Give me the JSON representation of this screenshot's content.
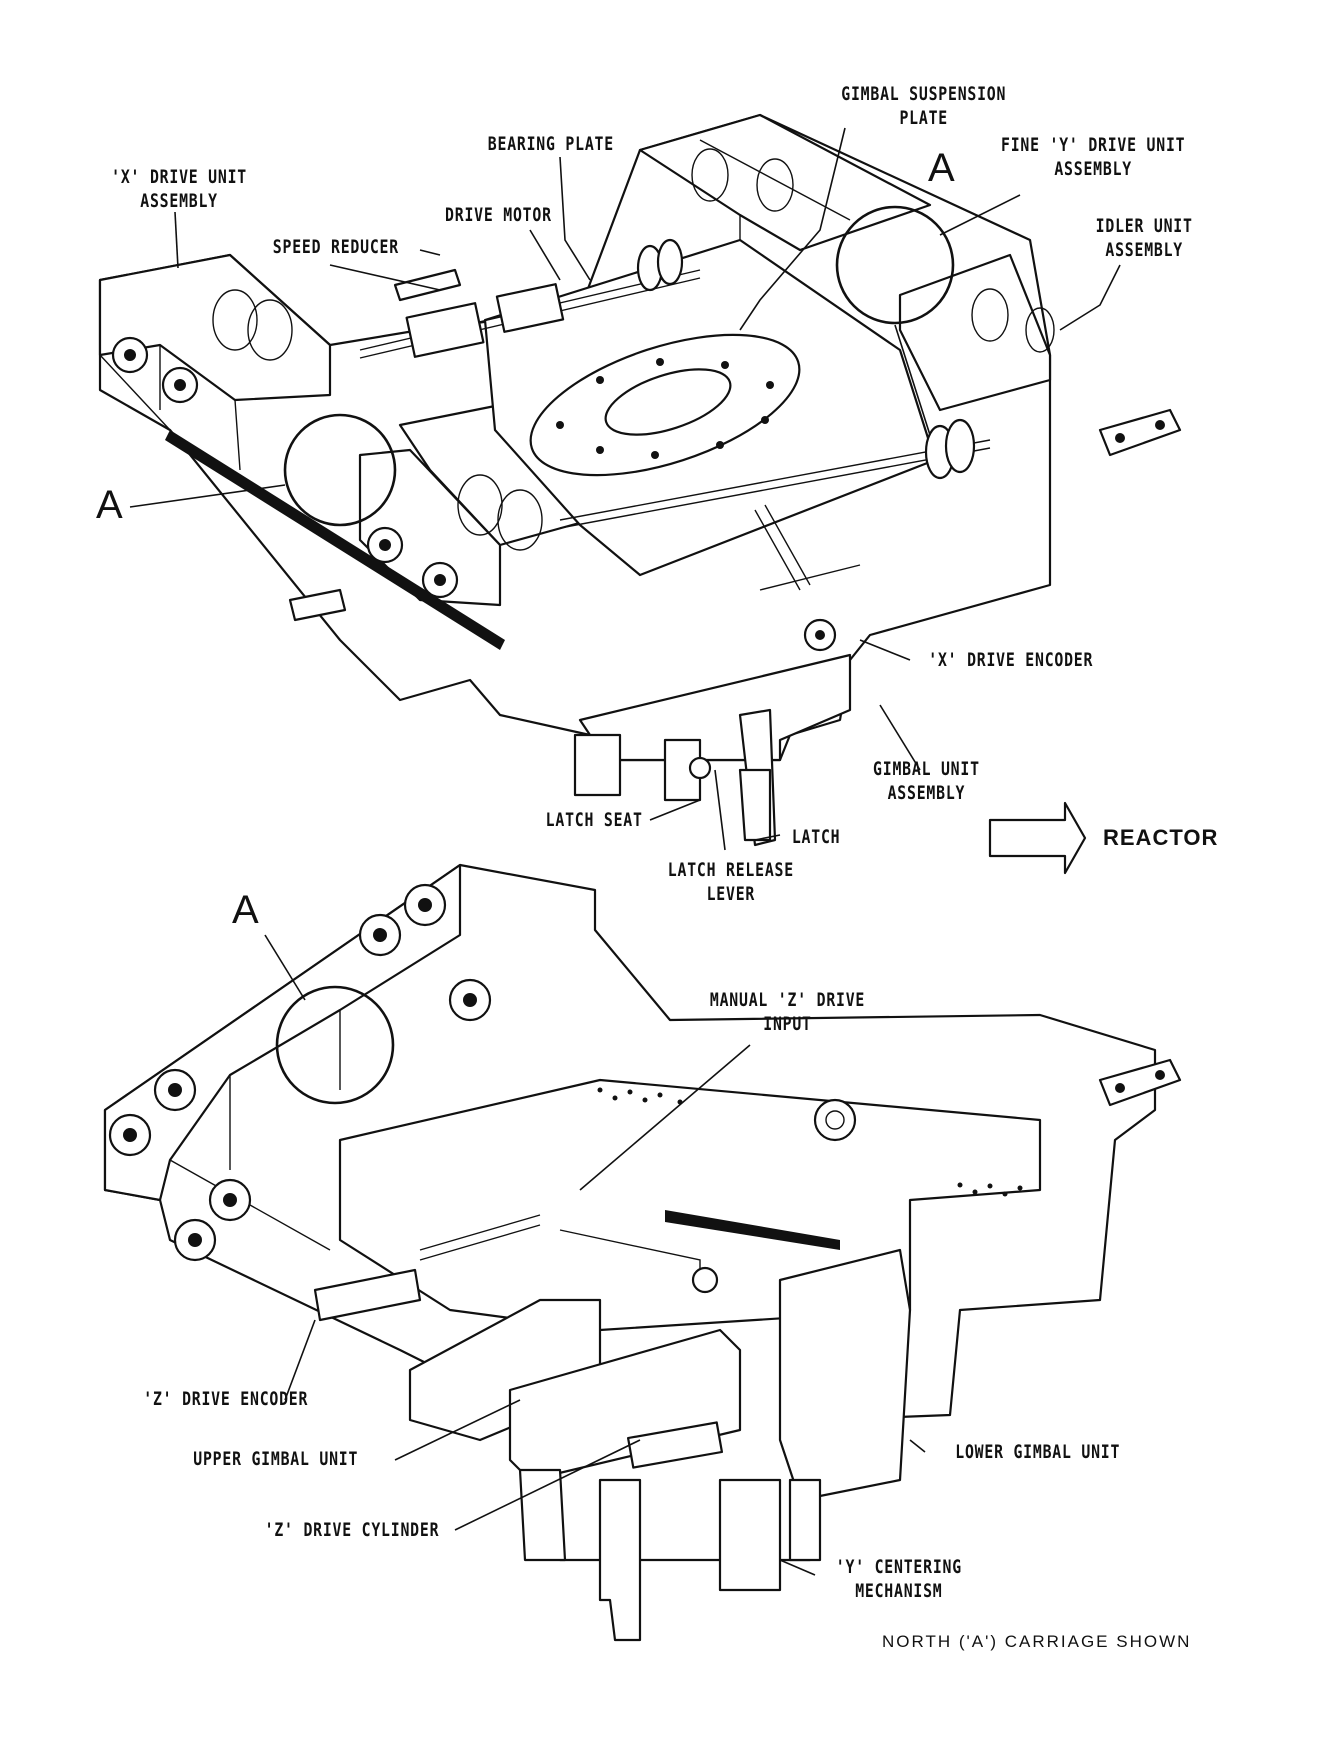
{
  "labels_top": {
    "gimbal_suspension_plate": [
      "GIMBAL SUSPENSION",
      "PLATE"
    ],
    "bearing_plate": "BEARING PLATE",
    "fine_y_drive_unit": [
      "FINE 'Y' DRIVE UNIT",
      "ASSEMBLY"
    ],
    "x_drive_unit": [
      "'X' DRIVE UNIT",
      "ASSEMBLY"
    ],
    "drive_motor": "DRIVE MOTOR",
    "speed_reducer": "SPEED REDUCER",
    "idler_unit": [
      "IDLER UNIT",
      "ASSEMBLY"
    ],
    "x_drive_encoder": "'X' DRIVE ENCODER",
    "gimbal_unit": [
      "GIMBAL UNIT",
      "ASSEMBLY"
    ],
    "latch_seat": "LATCH SEAT",
    "latch": "LATCH",
    "latch_release_lever": [
      "LATCH RELEASE",
      "LEVER"
    ]
  },
  "labels_bottom": {
    "manual_z_drive_input": [
      "MANUAL 'Z' DRIVE",
      "INPUT"
    ],
    "z_drive_encoder": "'Z' DRIVE ENCODER",
    "upper_gimbal_unit": "UPPER GIMBAL UNIT",
    "lower_gimbal_unit": "LOWER GIMBAL UNIT",
    "z_drive_cylinder": "'Z' DRIVE CYLINDER",
    "y_centering_mechanism": [
      "'Y' CENTERING",
      "MECHANISM"
    ]
  },
  "detail_marker": "A",
  "direction_label": "REACTOR",
  "caption": "NORTH ('A') CARRIAGE SHOWN"
}
